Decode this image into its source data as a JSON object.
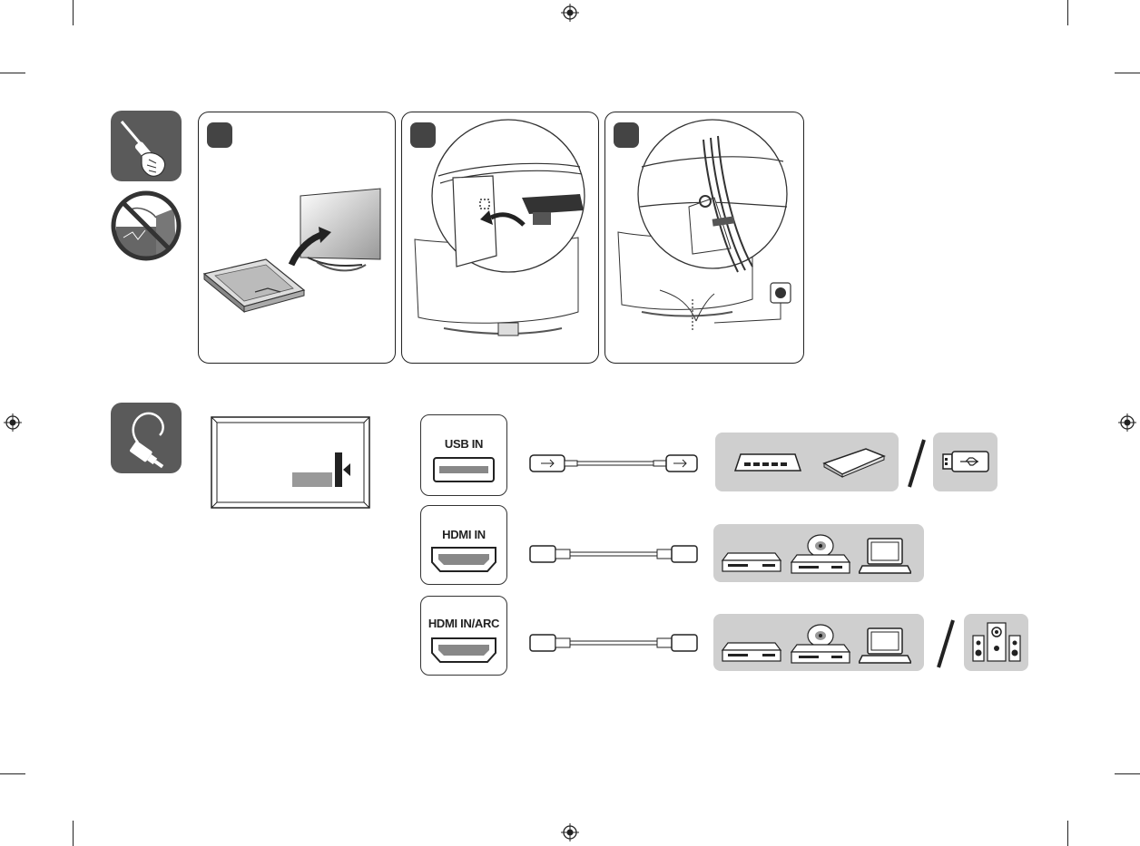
{
  "ports": [
    {
      "label": "USB IN"
    },
    {
      "label": "HDMI IN"
    },
    {
      "label": "HDMI IN/ARC"
    }
  ],
  "steps": [
    {
      "id": "step-1"
    },
    {
      "id": "step-2"
    },
    {
      "id": "step-3"
    }
  ],
  "colors": {
    "icon_bg": "#5a5a5a",
    "device_group_bg": "#cfcfcf",
    "line": "#222222"
  },
  "icons": [
    "screwdriver-hand-icon",
    "no-screen-touch-icon",
    "cable-plug-icon",
    "usb-hub-icon",
    "external-hdd-icon",
    "usb-stick-icon",
    "bluray-player-icon",
    "dvd-player-icon",
    "laptop-icon",
    "speaker-system-icon"
  ]
}
